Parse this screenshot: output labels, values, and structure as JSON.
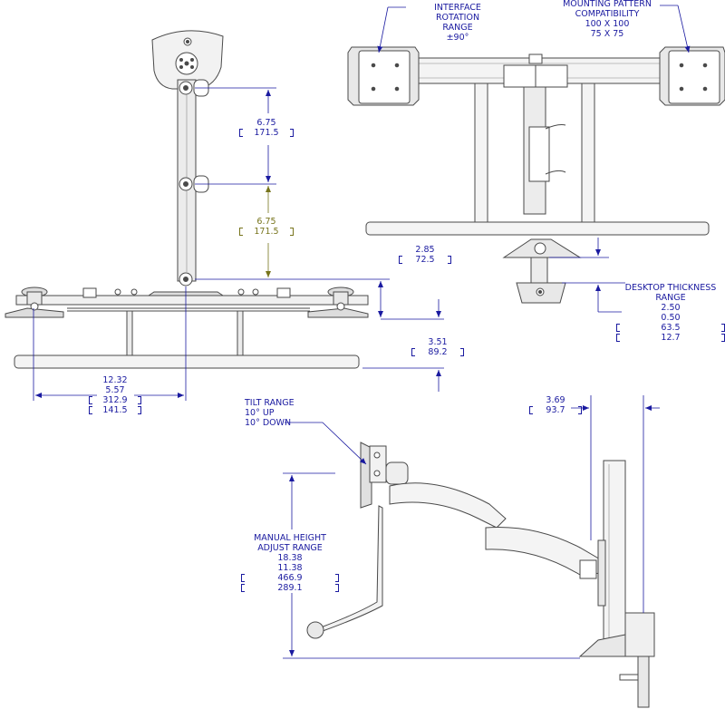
{
  "colors": {
    "outline": "#4a4a4a",
    "dimension": "#1a1aa0",
    "highlight_dimension": "#77741c"
  },
  "views": {
    "side_top": {
      "segment_upper": {
        "imperial": "6.75",
        "metric": "171.5"
      },
      "segment_lower": {
        "imperial": "6.75",
        "metric": "171.5"
      },
      "base_height": {
        "imperial": "2.85",
        "metric": "72.5"
      },
      "foot_height": {
        "imperial": "3.51",
        "metric": "89.2"
      },
      "reach": {
        "imperial_max": "12.32",
        "imperial_min": "5.57",
        "metric_max": "312.9",
        "metric_min": "141.5"
      }
    },
    "front": {
      "interface_rotation": {
        "title_line1": "INTERFACE",
        "title_line2": "ROTATION",
        "title_line3": "RANGE",
        "value": "±90°"
      },
      "mounting_pattern": {
        "title_line1": "MOUNTING PATTERN",
        "title_line2": "COMPATIBILITY",
        "pattern_large": "100 X 100",
        "pattern_small": "75 X 75"
      },
      "desktop_thickness": {
        "title_line1": "DESKTOP THICKNESS",
        "title_line2": "RANGE",
        "imperial_max": "2.50",
        "imperial_min": "0.50",
        "metric_max": "63.5",
        "metric_min": "12.7"
      }
    },
    "side_arm": {
      "tilt": {
        "title": "TILT RANGE",
        "up": "10° UP",
        "down": "10° DOWN"
      },
      "height_adjust": {
        "title_line1": "MANUAL HEIGHT",
        "title_line2": "ADJUST RANGE",
        "imperial_max": "18.38",
        "imperial_min": "11.38",
        "metric_max": "466.9",
        "metric_min": "289.1"
      },
      "depth": {
        "imperial": "3.69",
        "metric": "93.7"
      }
    }
  }
}
